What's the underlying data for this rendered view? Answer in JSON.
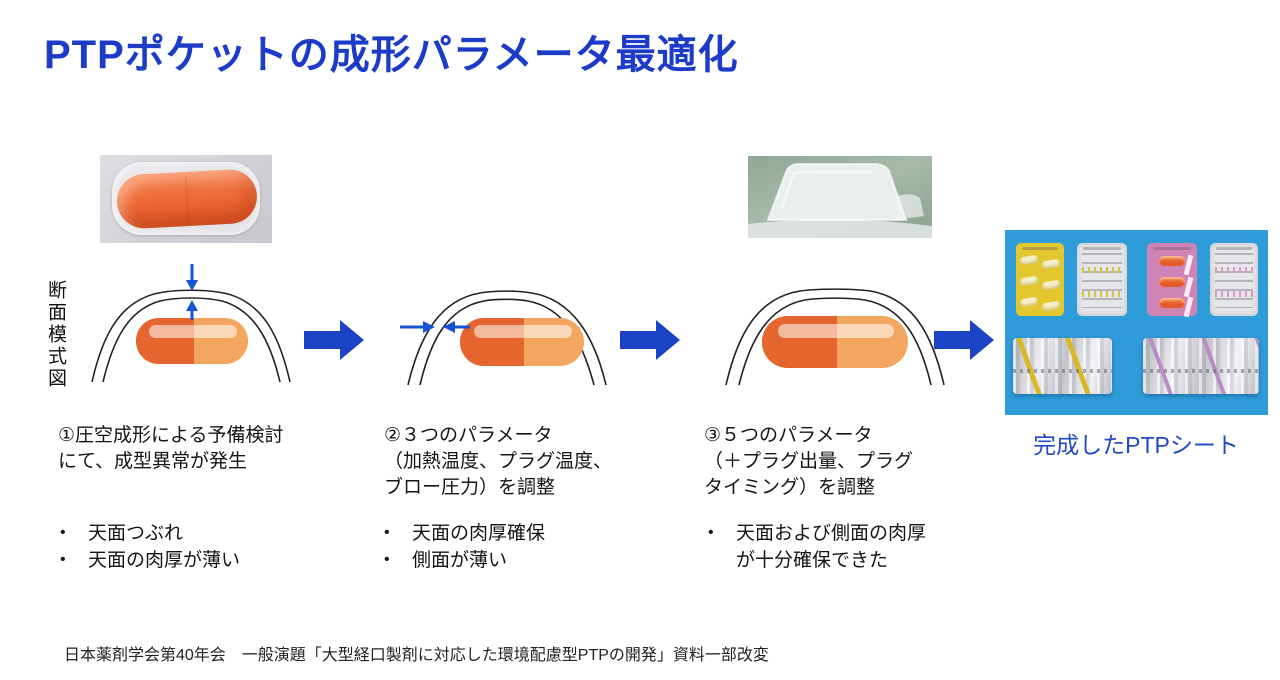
{
  "slide": {
    "title": "PTPポケットの成形パラメータ最適化",
    "cross_section_label": "断面模式図",
    "result_label": "完成したPTPシート",
    "footer": "日本薬剤学会第40年会　一般演題「大型経口製剤に対応した環境配慮型PTPの開発」資料一部改変"
  },
  "stages": [
    {
      "caption": "①圧空成形による予備検討\nにて、成型異常が発生",
      "bullets": [
        "天面つぶれ",
        "天面の肉厚が薄い"
      ]
    },
    {
      "caption": "②３つのパラメータ\n（加熱温度、プラグ温度、\nブロー圧力）を調整",
      "bullets": [
        "天面の肉厚確保",
        "側面が薄い"
      ]
    },
    {
      "caption": "③５つのパラメータ\n（＋プラグ出量、プラグ\nタイミング）を調整",
      "bullets": [
        "天面および側面の肉厚が十分確保できた"
      ]
    }
  ],
  "colors": {
    "title_blue": "#1B3BC8",
    "flow_arrow_blue": "#1C43C6",
    "measure_arrow_blue": "#1652D6",
    "panel_background_blue": "#2E9CD8",
    "result_label_blue": "#2149C8",
    "capsule_dark_orange": "#E4662E",
    "capsule_light_orange": "#F3A660"
  },
  "graphics": {
    "photo_capsule": "capsule sealed in blister pocket (photo)",
    "photo_pocket": "formed clear PTP pocket side view (photo)",
    "schematic_1": "cross-section: pocket with collapsed thin top, thickness arrows at top",
    "schematic_2": "cross-section: pocket with thin side wall, thickness arrows at left side",
    "schematic_3": "cross-section: pocket with uniform wall thickness",
    "panel": "finished PTP sheets and foil rolls (photo collage)"
  }
}
